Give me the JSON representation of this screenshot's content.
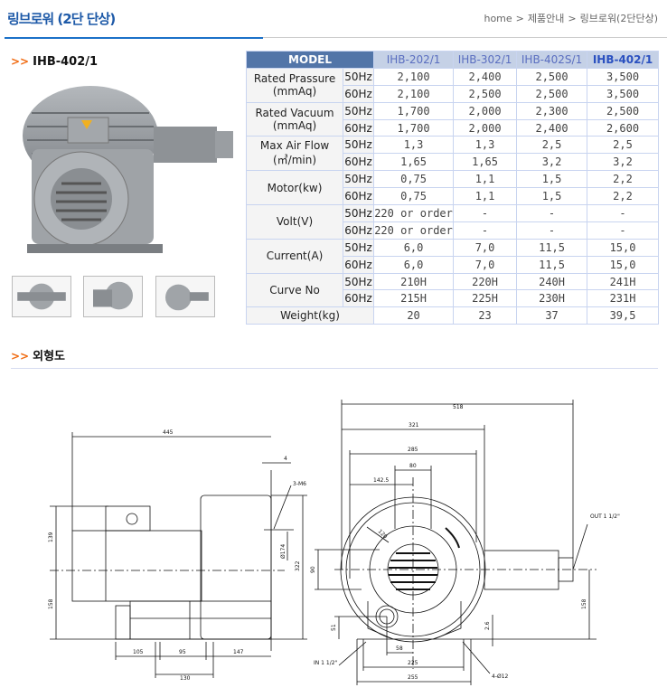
{
  "header": {
    "title": "링브로워 (2단 단상)",
    "breadcrumb": [
      "home",
      ">",
      "제품안내",
      ">",
      "링브로워(2단단상)"
    ]
  },
  "product": {
    "name": "IHB-402/1",
    "arrow": ">>"
  },
  "spec_table": {
    "model_label": "MODEL",
    "models": [
      "IHB-202/1",
      "IHB-302/1",
      "IHB-402S/1",
      "IHB-402/1"
    ],
    "groups": [
      {
        "label": [
          "Rated Prassure",
          "(mmAq)"
        ],
        "rows": [
          {
            "hz": "50Hz",
            "values": [
              "2,100",
              "2,400",
              "2,500",
              "3,500"
            ]
          },
          {
            "hz": "60Hz",
            "values": [
              "2,100",
              "2,500",
              "2,500",
              "3,500"
            ]
          }
        ]
      },
      {
        "label": [
          "Rated Vacuum",
          "(mmAq)"
        ],
        "rows": [
          {
            "hz": "50Hz",
            "values": [
              "1,700",
              "2,000",
              "2,300",
              "2,500"
            ]
          },
          {
            "hz": "60Hz",
            "values": [
              "1,700",
              "2,000",
              "2,400",
              "2,600"
            ]
          }
        ]
      },
      {
        "label": [
          "Max Air Flow",
          "(㎥/min)"
        ],
        "rows": [
          {
            "hz": "50Hz",
            "values": [
              "1,3",
              "1,3",
              "2,5",
              "2,5"
            ]
          },
          {
            "hz": "60Hz",
            "values": [
              "1,65",
              "1,65",
              "3,2",
              "3,2"
            ]
          }
        ]
      },
      {
        "label": [
          "Motor(kw)"
        ],
        "rows": [
          {
            "hz": "50Hz",
            "values": [
              "0,75",
              "1,1",
              "1,5",
              "2,2"
            ]
          },
          {
            "hz": "60Hz",
            "values": [
              "0,75",
              "1,1",
              "1,5",
              "2,2"
            ]
          }
        ]
      },
      {
        "label": [
          "Volt(V)"
        ],
        "rows": [
          {
            "hz": "50Hz",
            "values": [
              "220 or order",
              "-",
              "-",
              "-"
            ]
          },
          {
            "hz": "60Hz",
            "values": [
              "220 or order",
              "-",
              "-",
              "-"
            ]
          }
        ]
      },
      {
        "label": [
          "Current(A)"
        ],
        "rows": [
          {
            "hz": "50Hz",
            "values": [
              "6,0",
              "7,0",
              "11,5",
              "15,0"
            ]
          },
          {
            "hz": "60Hz",
            "values": [
              "6,0",
              "7,0",
              "11,5",
              "15,0"
            ]
          }
        ]
      },
      {
        "label": [
          "Curve No"
        ],
        "rows": [
          {
            "hz": "50Hz",
            "values": [
              "210H",
              "220H",
              "240H",
              "241H"
            ]
          },
          {
            "hz": "60Hz",
            "values": [
              "215H",
              "225H",
              "230H",
              "231H"
            ]
          }
        ]
      }
    ],
    "weight": {
      "label": "Weight(kg)",
      "values": [
        "20",
        "23",
        "37",
        "39,5"
      ]
    }
  },
  "drawing": {
    "title": "외형도",
    "dims": {
      "d445": "445",
      "d4": "4",
      "m6": "3-M6",
      "d139": "139",
      "d158": "158",
      "d174": "Ø174",
      "d322": "322",
      "d105": "105",
      "d95": "95",
      "d147": "147",
      "d130": "130",
      "d518": "518",
      "d321": "321",
      "d285": "285",
      "d80": "80",
      "d1425": "142.5",
      "d120": "120",
      "d90": "90",
      "out": "OUT 1 1/2\"",
      "d158r": "158",
      "d51": "51",
      "d26": "2.6",
      "d58": "58",
      "d225": "225",
      "d255": "255",
      "in": "IN 1 1/2\"",
      "holes": "4-Ø12"
    }
  }
}
